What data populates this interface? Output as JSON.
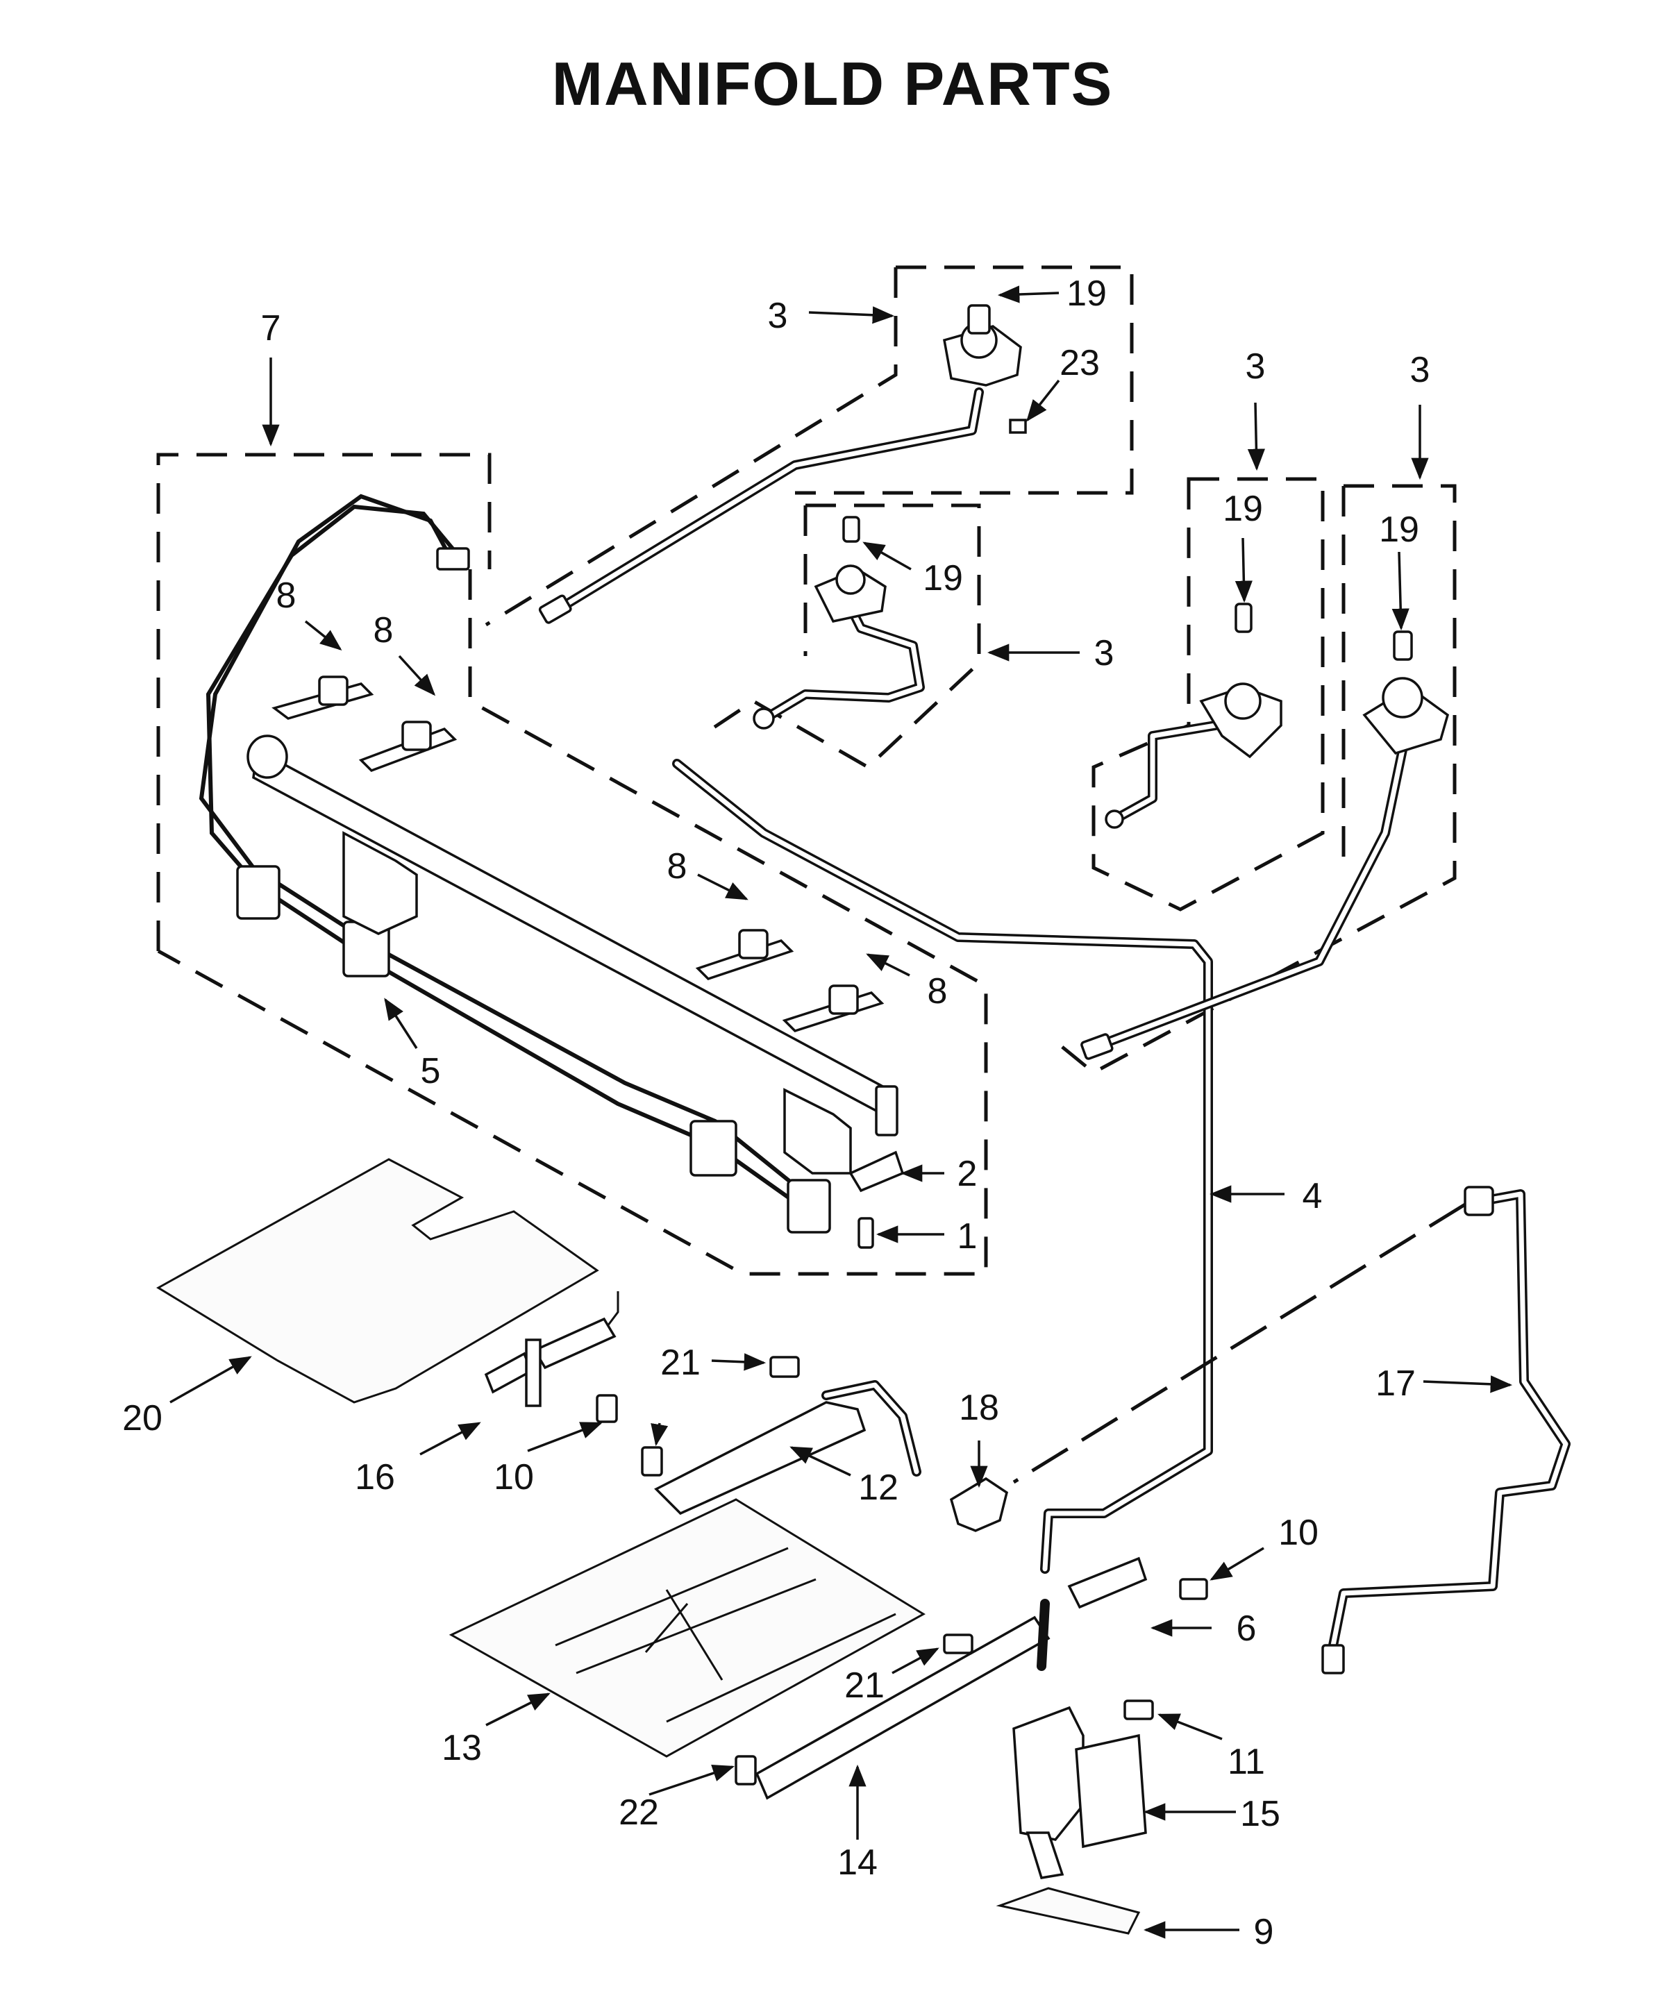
{
  "title": "MANIFOLD PARTS",
  "callouts": [
    {
      "id": "c3a",
      "text": "3"
    },
    {
      "id": "c19a",
      "text": "19"
    },
    {
      "id": "c23",
      "text": "23"
    },
    {
      "id": "c3b",
      "text": "3"
    },
    {
      "id": "c3c",
      "text": "3"
    },
    {
      "id": "c7",
      "text": "7"
    },
    {
      "id": "c19b",
      "text": "19"
    },
    {
      "id": "c19c",
      "text": "19"
    },
    {
      "id": "c19d",
      "text": "19"
    },
    {
      "id": "c8a",
      "text": "8"
    },
    {
      "id": "c8b",
      "text": "8"
    },
    {
      "id": "c3d",
      "text": "3"
    },
    {
      "id": "c8c",
      "text": "8"
    },
    {
      "id": "c8d",
      "text": "8"
    },
    {
      "id": "c5",
      "text": "5"
    },
    {
      "id": "c4",
      "text": "4"
    },
    {
      "id": "c2",
      "text": "2"
    },
    {
      "id": "c1",
      "text": "1"
    },
    {
      "id": "c17",
      "text": "17"
    },
    {
      "id": "c21a",
      "text": "21"
    },
    {
      "id": "c18",
      "text": "18"
    },
    {
      "id": "c20",
      "text": "20"
    },
    {
      "id": "c16",
      "text": "16"
    },
    {
      "id": "c10a",
      "text": "10"
    },
    {
      "id": "c12",
      "text": "12"
    },
    {
      "id": "c10b",
      "text": "10"
    },
    {
      "id": "c6",
      "text": "6"
    },
    {
      "id": "c21b",
      "text": "21"
    },
    {
      "id": "c11",
      "text": "11"
    },
    {
      "id": "c13",
      "text": "13"
    },
    {
      "id": "c22",
      "text": "22"
    },
    {
      "id": "c15",
      "text": "15"
    },
    {
      "id": "c14",
      "text": "14"
    },
    {
      "id": "c9",
      "text": "9"
    }
  ]
}
